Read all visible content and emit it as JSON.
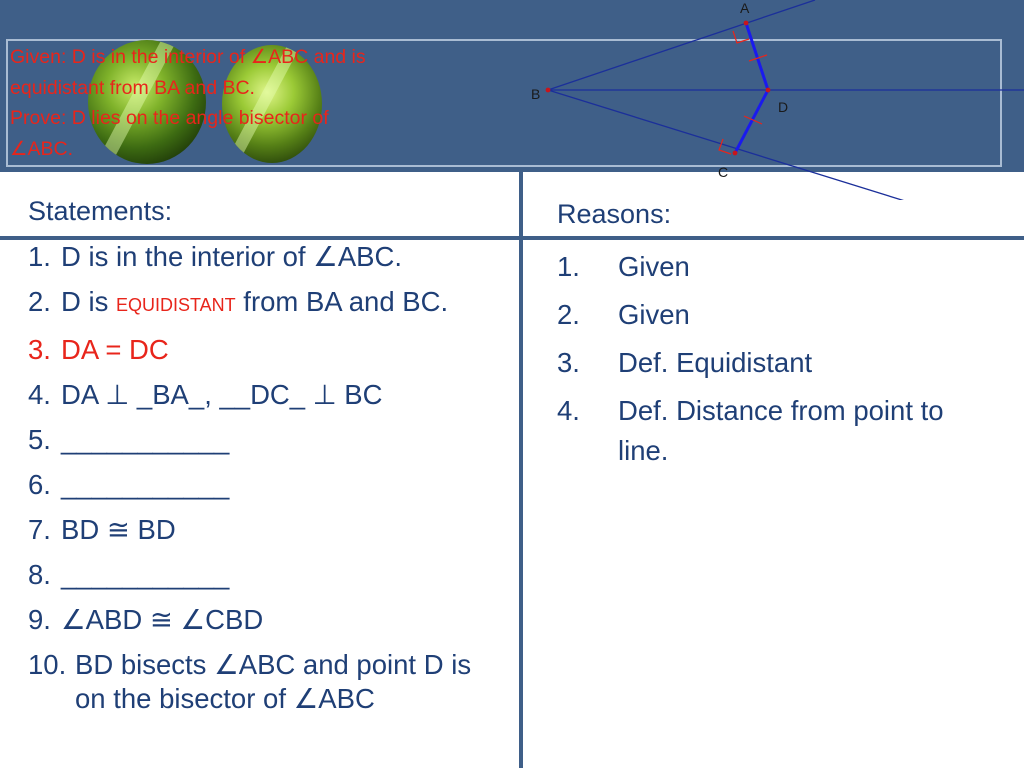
{
  "header": {
    "given_line_1": "Given:  D is in the interior of ∠ABC and is",
    "given_line_2": "equidistant from BA and BC.",
    "prove_line_1": "Prove:  D lies on the angle bisector of",
    "prove_line_2": "∠ABC."
  },
  "diagram": {
    "labels": {
      "a": "A",
      "b": "B",
      "c": "C",
      "d": "D"
    },
    "colors": {
      "rays": "#1b2f9a",
      "distance_segments": "#1a1aee",
      "tick_marks": "#e8251b",
      "points": "#c8151b"
    }
  },
  "statements": {
    "title": "Statements:",
    "items": [
      {
        "num": "1.",
        "text": "D is in the interior of ∠ABC."
      },
      {
        "num": "2.",
        "pre": "D is ",
        "small": "EQUIDISTANT",
        "post": " from BA and BC."
      },
      {
        "num": "3.",
        "text": "DA = DC"
      },
      {
        "num": "4.",
        "text": "DA ⊥ _BA_, __DC_ ⊥ BC"
      },
      {
        "num": "5.",
        "text": "___________"
      },
      {
        "num": "6.",
        "text": "___________"
      },
      {
        "num": "7.",
        "text": "BD ≅ BD"
      },
      {
        "num": "8.",
        "text": "___________"
      },
      {
        "num": "9.",
        "text": "∠ABD ≅ ∠CBD"
      },
      {
        "num": "10.",
        "text": "BD bisects ∠ABC and point D is on the bisector of ∠ABC"
      }
    ]
  },
  "reasons": {
    "title": "Reasons:",
    "items": [
      {
        "num": "1.",
        "text": "Given"
      },
      {
        "num": "2.",
        "text": "Given"
      },
      {
        "num": "3.",
        "text": "Def. Equidistant"
      },
      {
        "num": "4.",
        "text": "Def. Distance from point to line."
      }
    ]
  },
  "colors": {
    "header_bg": "#3f5f88",
    "body_text": "#1f3f76",
    "highlight": "#e8251b",
    "divider": "#3f5f88"
  }
}
